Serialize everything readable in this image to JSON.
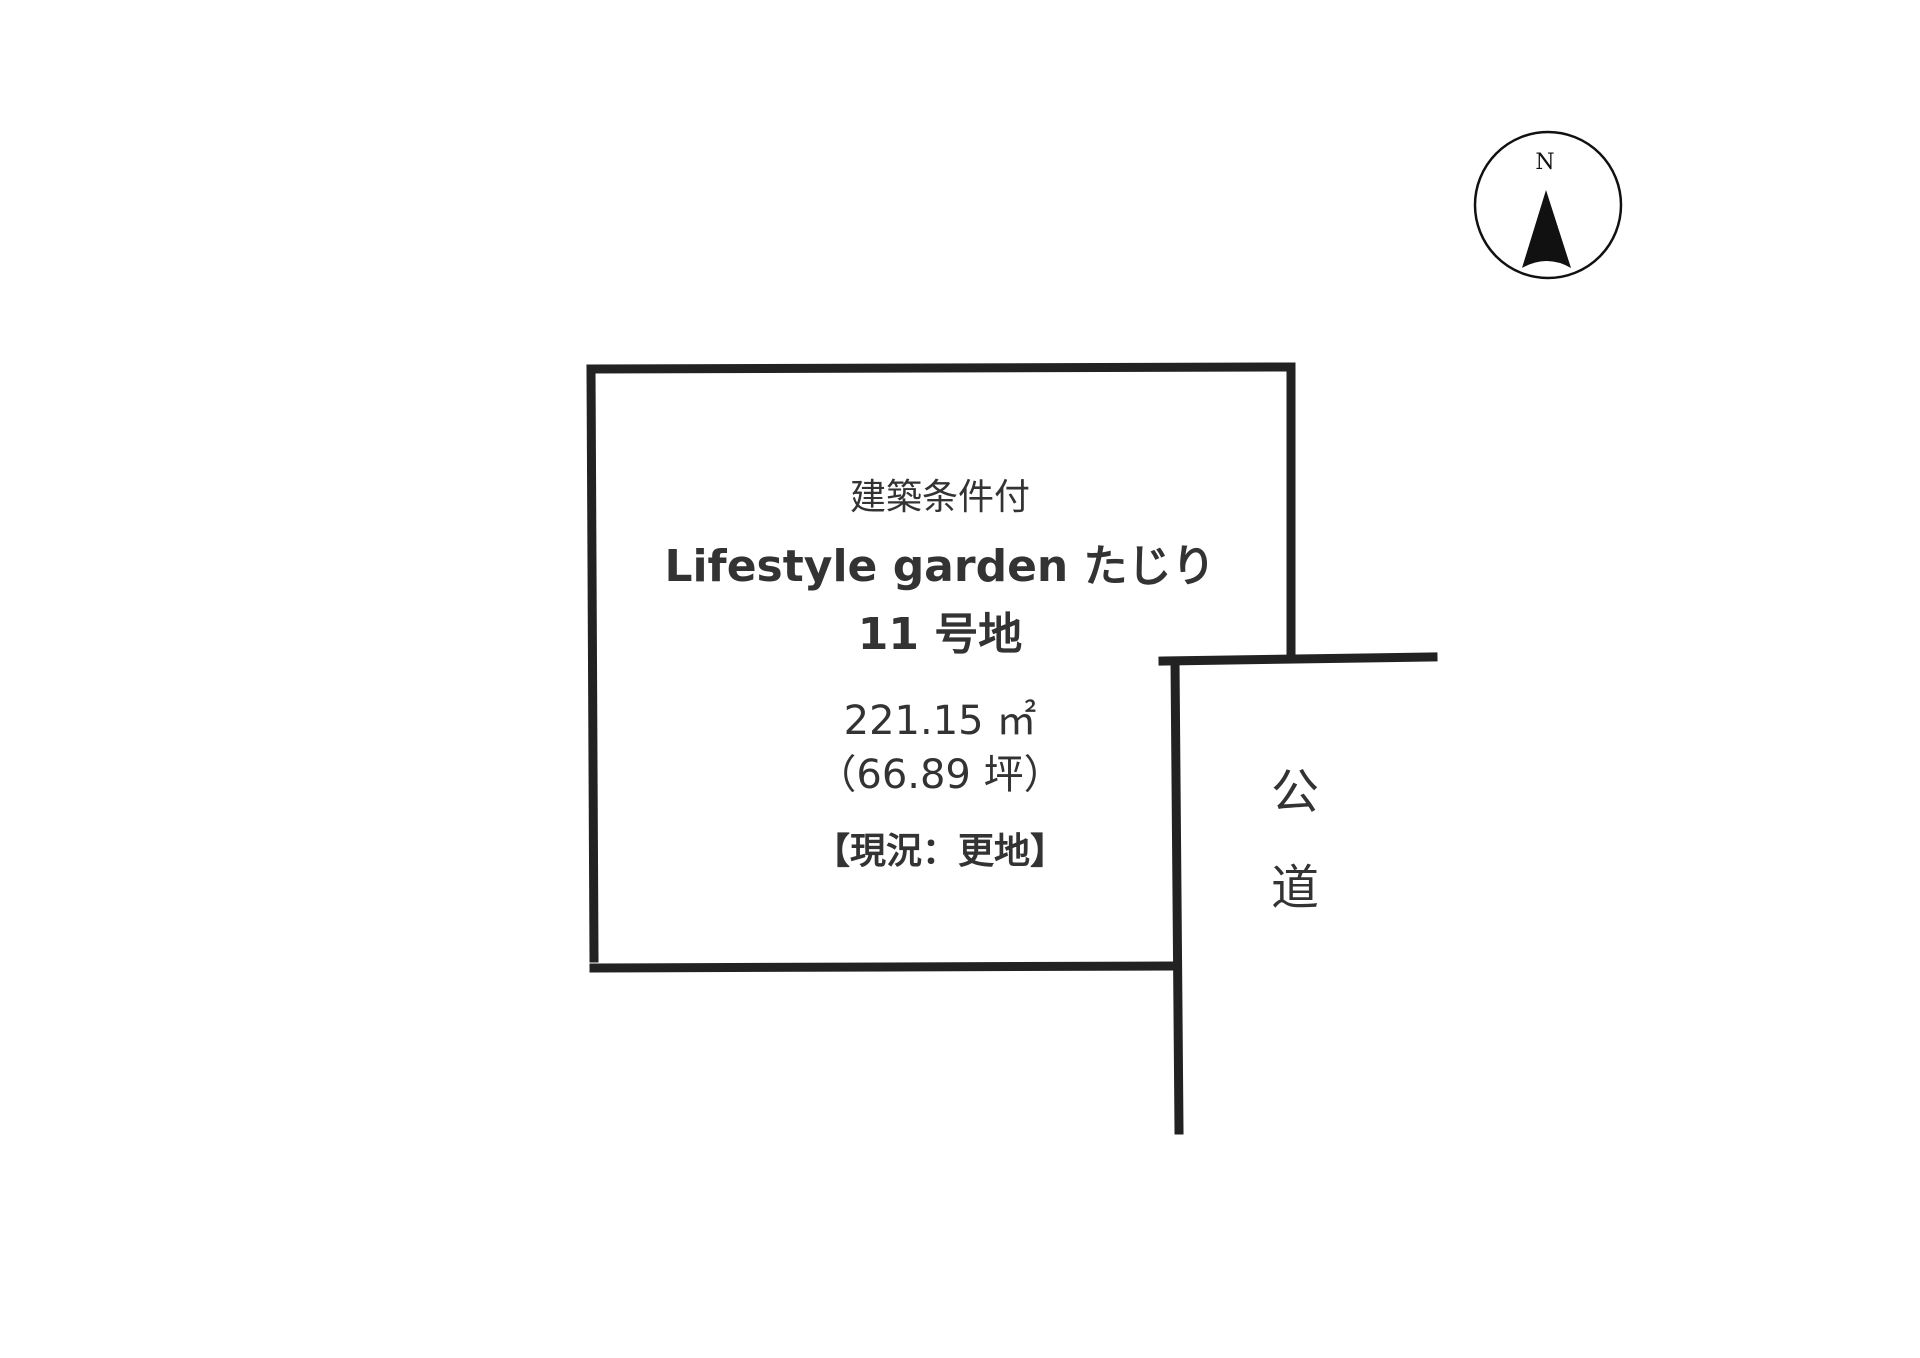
{
  "compass": {
    "north_label": "N",
    "icon": "north-arrow-icon"
  },
  "lot": {
    "condition": "建築条件付",
    "development_name": "Lifestyle garden たじり",
    "lot_number": "11 号地",
    "area_sqm": "221.15 ㎡",
    "area_tsubo": "（66.89 坪）",
    "status": "【現況：更地】"
  },
  "road": {
    "char_1": "公",
    "char_2": "道"
  },
  "colors": {
    "line": "#222222",
    "text": "#333333",
    "background": "#ffffff"
  }
}
